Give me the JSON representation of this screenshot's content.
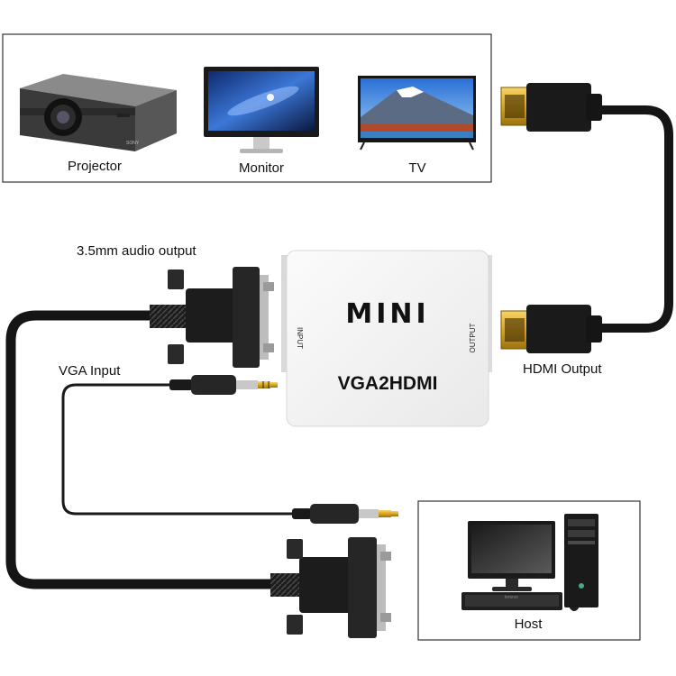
{
  "display_devices": [
    {
      "name": "projector",
      "label": "Projector"
    },
    {
      "name": "monitor",
      "label": "Monitor"
    },
    {
      "name": "tv",
      "label": "TV"
    }
  ],
  "host": {
    "label": "Host"
  },
  "adapter": {
    "brand": "MINI",
    "model": "VGA2HDMI",
    "input_port": "INPUT",
    "output_port": "OUTPUT",
    "projector_brand_mark": "SONY",
    "keyboard_brand_mark": "lenovo"
  },
  "callouts": {
    "audio_output": "3.5mm audio output",
    "vga_input": "VGA Input",
    "hdmi_output": "HDMI Output"
  },
  "colors": {
    "adapter_body": "#f4f4f4",
    "cable": "#151515",
    "gold": "#d9a520",
    "box_border": "#333333"
  }
}
